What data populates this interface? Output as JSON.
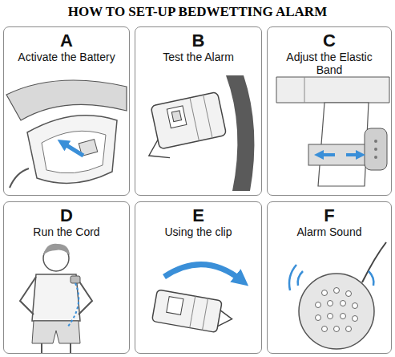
{
  "diagram": {
    "title": "HOW TO SET-UP BEDWETTING ALARM",
    "nodes": [
      {
        "text": [
          "A",
          "Activate the Battery"
        ]
      },
      {
        "text": [
          "B",
          "Test the Alarm"
        ]
      },
      {
        "text": [
          "C",
          "Adjust the Elastic Band"
        ]
      },
      {
        "text": [
          "D",
          "Run the Cord"
        ]
      },
      {
        "text": [
          "E",
          "Using the clip"
        ]
      },
      {
        "text": [
          "F",
          "Alarm Sound"
        ]
      }
    ]
  }
}
